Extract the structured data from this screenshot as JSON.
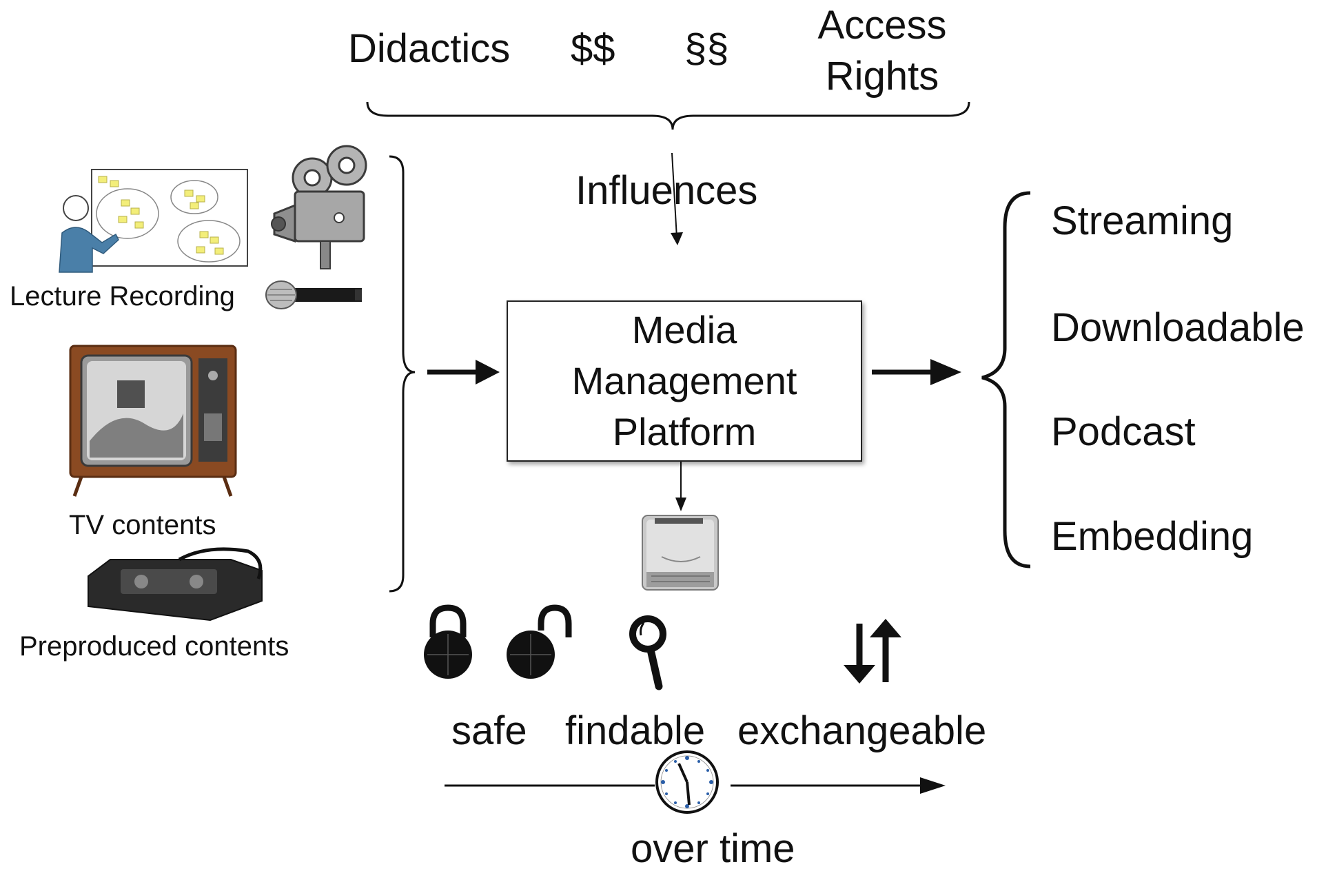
{
  "top_factors": {
    "didactics": "Didactics",
    "money": "$$",
    "law": "§§",
    "access_line1": "Access",
    "access_line2": "Rights"
  },
  "influences": "Influences",
  "platform": {
    "line1": "Media",
    "line2": "Management",
    "line3": "Platform"
  },
  "sources": {
    "lecture": "Lecture Recording",
    "tv": "TV contents",
    "preproduced": "Preproduced contents"
  },
  "outputs": [
    "Streaming",
    "Downloadable",
    "Podcast",
    "Embedding"
  ],
  "properties": {
    "safe": "safe",
    "findable": "findable",
    "exchangeable": "exchangeable"
  },
  "timeline": "over time",
  "colors": {
    "ink": "#111111",
    "person": "#4a7fa8",
    "sticky": "#f3ee7a",
    "tv_wood": "#8a4a22"
  }
}
